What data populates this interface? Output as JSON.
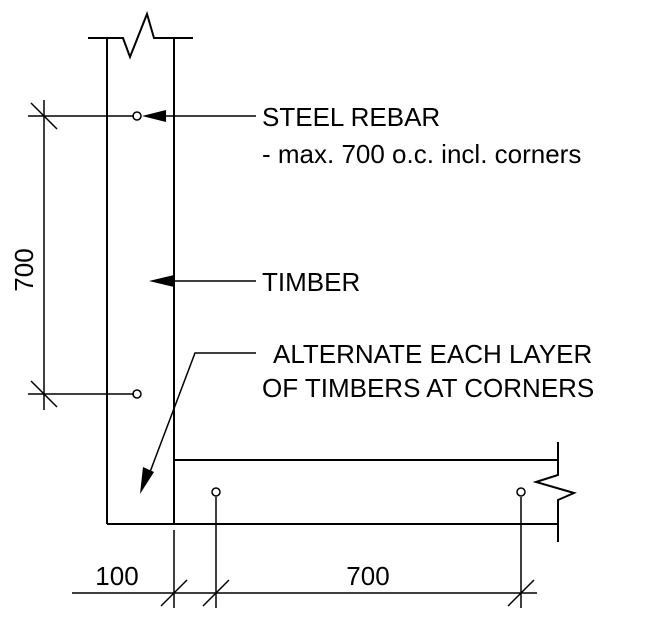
{
  "labels": {
    "rebar_title": "STEEL REBAR",
    "rebar_note": "- max. 700 o.c. incl. corners",
    "timber": "TIMBER",
    "corner_line1": "ALTERNATE EACH LAYER",
    "corner_line2": "OF TIMBERS AT CORNERS"
  },
  "dimensions": {
    "vertical_spacing": "700",
    "wall_thickness": "100",
    "horizontal_spacing": "700"
  },
  "colors": {
    "line": "#000000",
    "background": "#ffffff"
  }
}
